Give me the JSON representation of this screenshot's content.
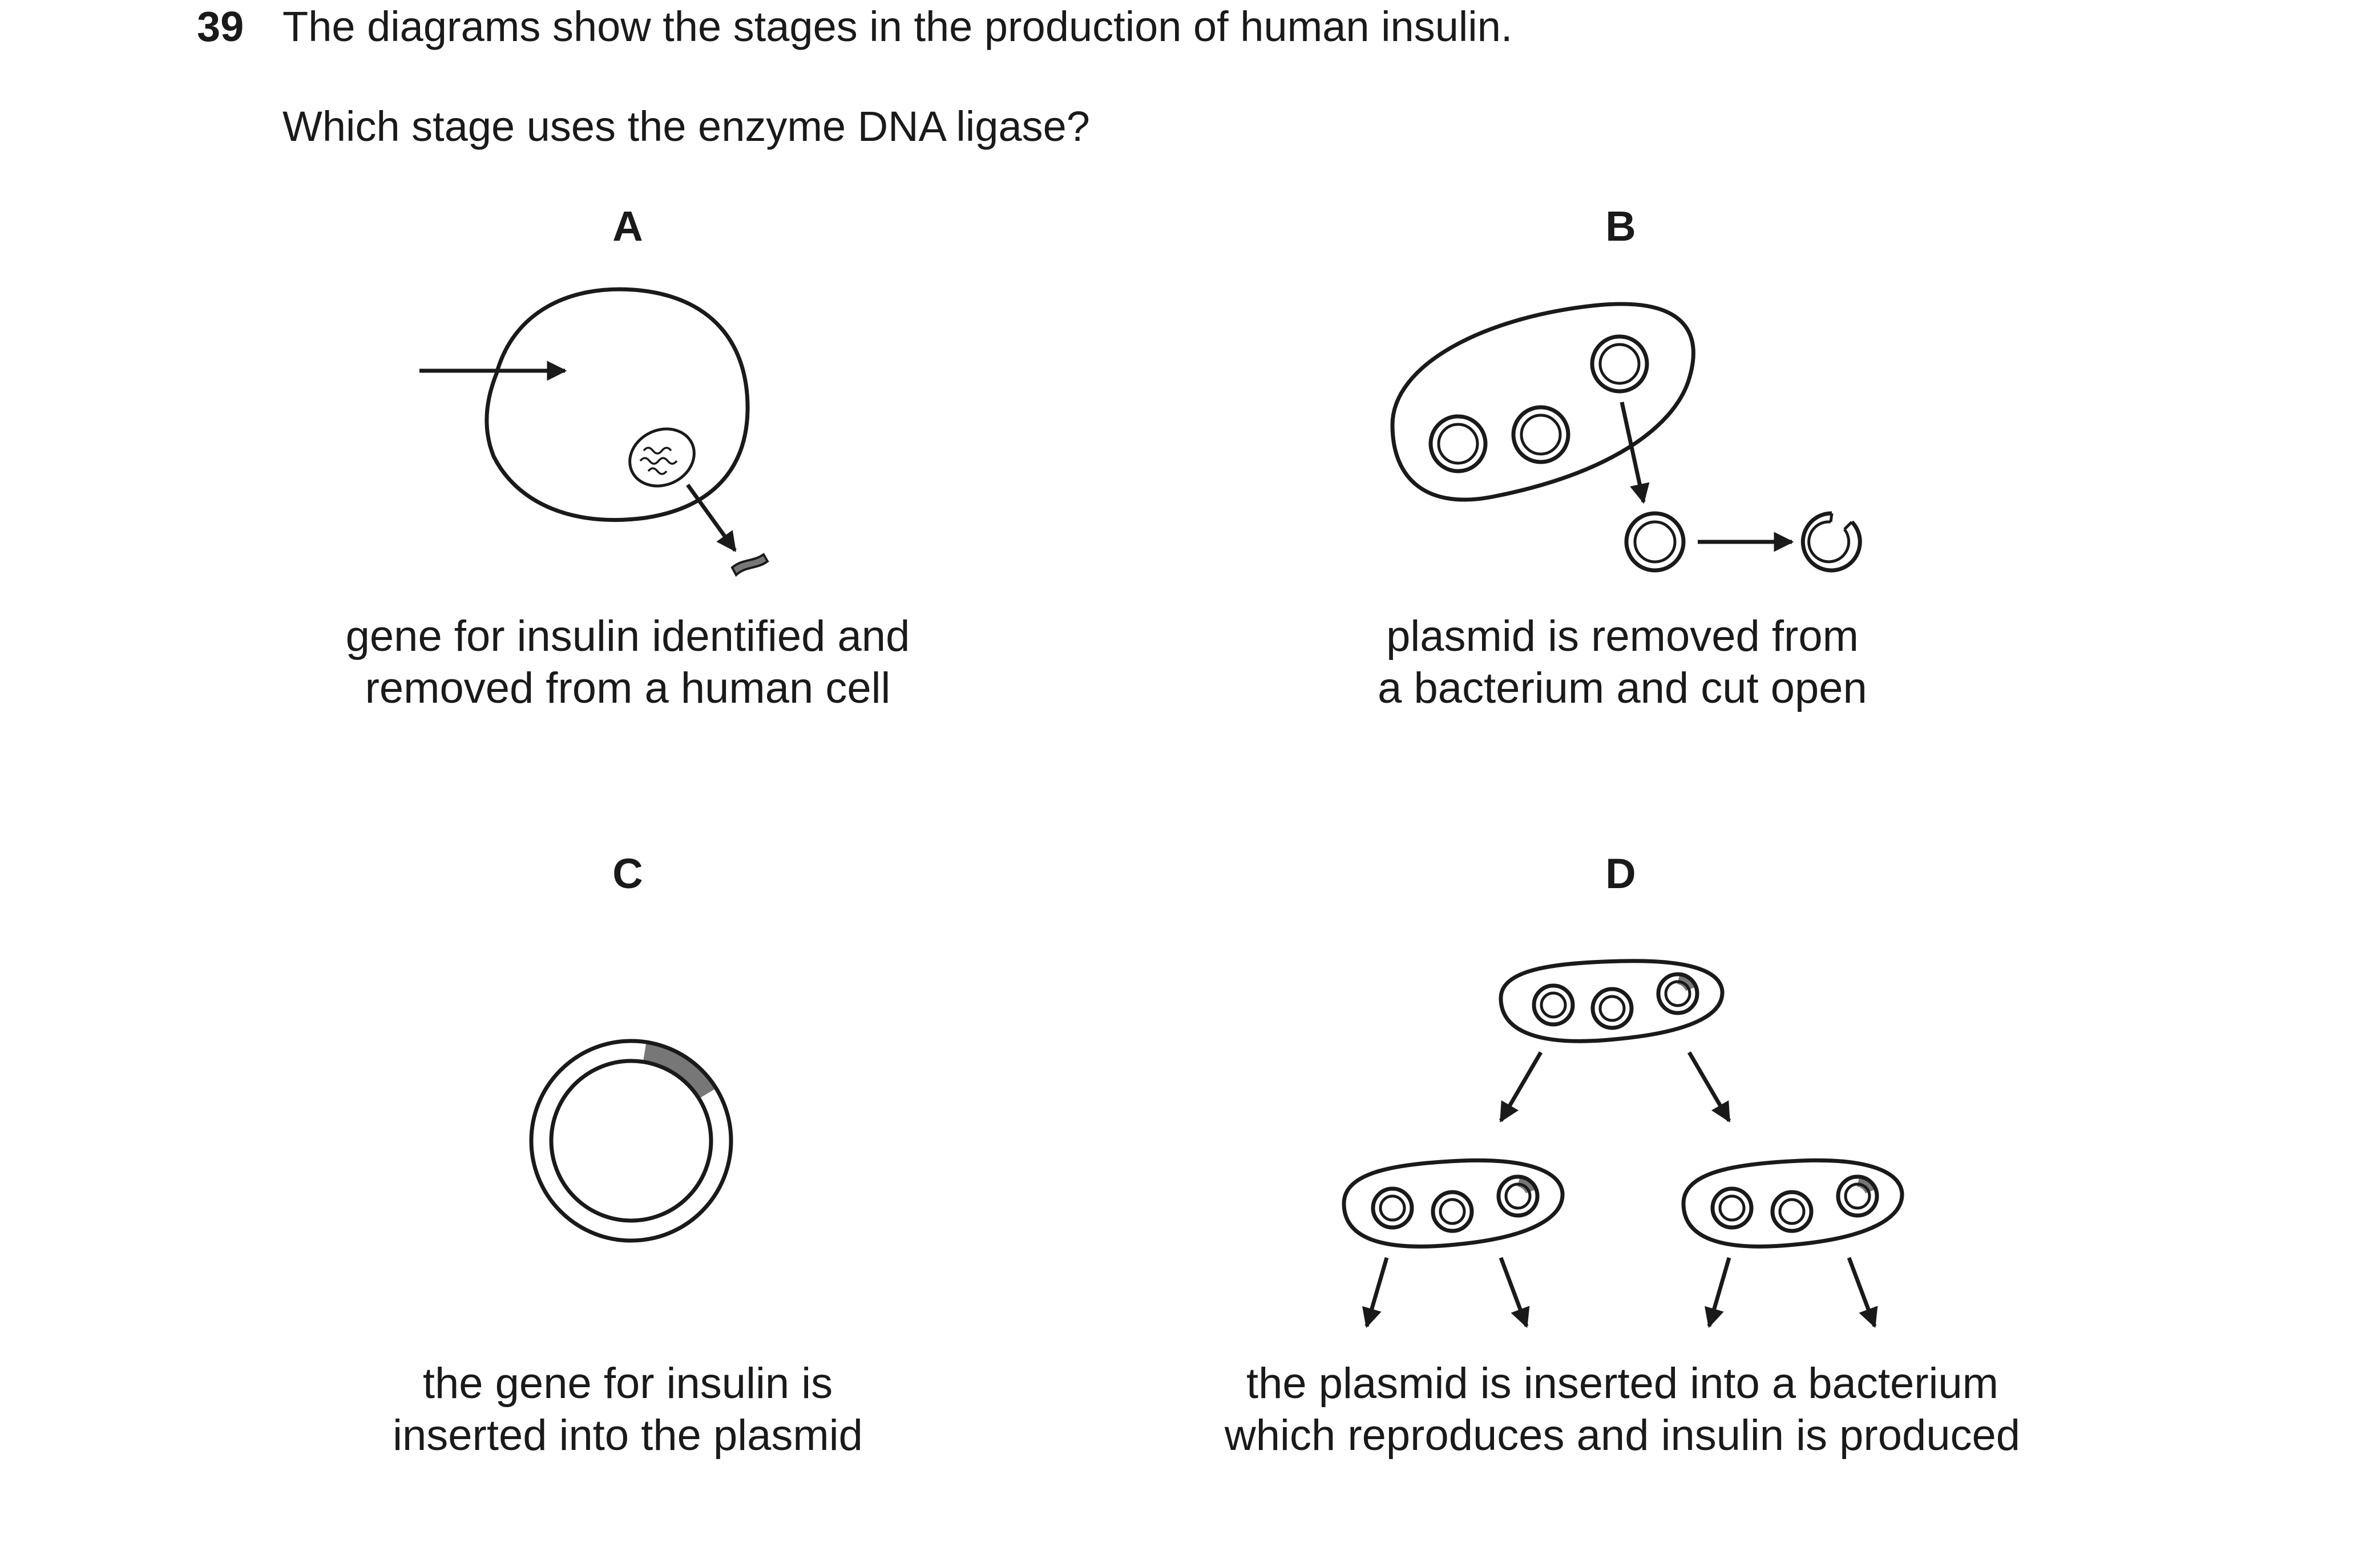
{
  "question": {
    "number": "39",
    "stem": "The diagrams show the stages in the production of human insulin.",
    "prompt": "Which stage uses the enzyme DNA ligase?"
  },
  "options": {
    "A": {
      "letter": "A",
      "caption_line1": "gene for insulin identified and",
      "caption_line2": "removed from a human cell"
    },
    "B": {
      "letter": "B",
      "caption_line1": "plasmid is removed from",
      "caption_line2": "a bacterium and cut open"
    },
    "C": {
      "letter": "C",
      "caption_line1": "the gene for insulin is",
      "caption_line2": "inserted into the plasmid"
    },
    "D": {
      "letter": "D",
      "caption_line1": "the plasmid is inserted into a bacterium",
      "caption_line2": "which reproduces and insulin is produced"
    }
  },
  "colors": {
    "ink": "#1a1a1a",
    "gene_fill": "#777777",
    "background": "#ffffff"
  }
}
